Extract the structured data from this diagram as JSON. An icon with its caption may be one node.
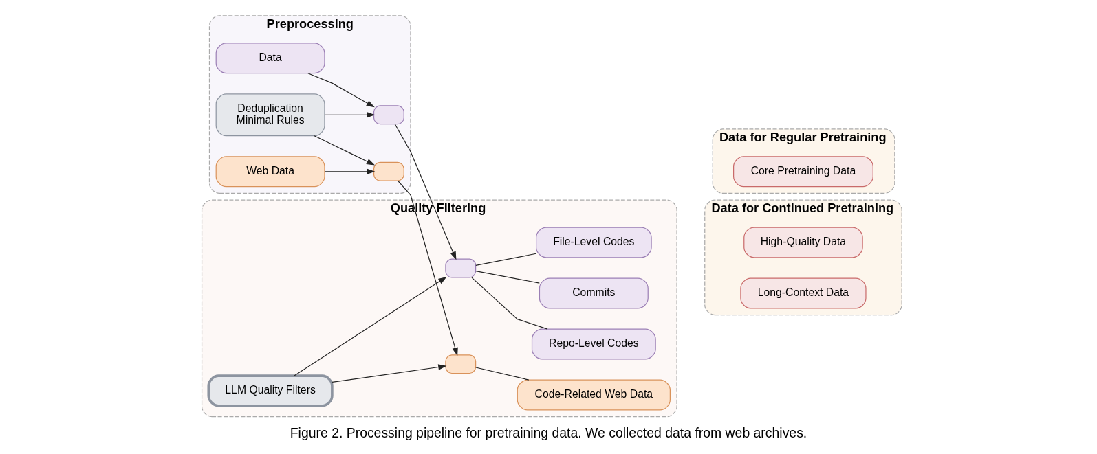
{
  "diagram": {
    "caption": "Figure 2. Processing pipeline for pretraining data. We collected data from web archives.",
    "nodes": [
      {
        "text": [
          "Preprocessing"
        ]
      },
      {
        "text": [
          "Data"
        ],
        "in": 0
      },
      {
        "text": [],
        "shape": "box",
        "in": 0
      },
      {
        "text": [
          "Deduplication",
          "Minimal Rules"
        ],
        "in": 0
      },
      {
        "text": [
          "Web Data"
        ],
        "in": 0
      },
      {
        "text": [],
        "shape": "box",
        "in": 0
      },
      {
        "text": [
          "Quality Filtering"
        ]
      },
      {
        "text": [],
        "shape": "box",
        "in": 6
      },
      {
        "text": [
          "LLM Quality Filters"
        ],
        "in": 6
      },
      {
        "text": [],
        "shape": "box",
        "in": 6
      },
      {
        "text": [
          "File-Level Codes"
        ],
        "in": 6
      },
      {
        "text": [
          "Repo-Level Codes"
        ],
        "in": 6
      },
      {
        "text": [
          "Commits"
        ],
        "in": 6
      },
      {
        "text": [
          "Code-Related Web Data"
        ],
        "in": 6
      },
      {
        "text": [
          "Data for Regular Pretraining"
        ]
      },
      {
        "text": [
          "Core Pretraining Data"
        ],
        "in": 14
      },
      {
        "text": [
          "Data for Continued Pretraining"
        ]
      },
      {
        "text": [
          "High-Quality Data"
        ],
        "in": 16
      },
      {
        "text": [
          "Long-Context Data"
        ],
        "in": 16
      }
    ],
    "edges": [
      {
        "from": 1,
        "to": 2,
        "arrow": "to"
      },
      {
        "from": 3,
        "to": 2,
        "arrow": "to"
      },
      {
        "from": 3,
        "to": 5,
        "arrow": "to"
      },
      {
        "from": 4,
        "to": 5,
        "arrow": "to"
      },
      {
        "from": 2,
        "to": 7,
        "arrow": "to"
      },
      {
        "from": 5,
        "to": 9,
        "arrow": "to"
      },
      {
        "from": 8,
        "to": 7,
        "arrow": "to"
      },
      {
        "from": 8,
        "to": 9,
        "arrow": "to"
      },
      {
        "from": 7,
        "to": 10,
        "arrow": "none"
      },
      {
        "from": 7,
        "to": 11,
        "arrow": "none"
      },
      {
        "from": 7,
        "to": 12,
        "arrow": "none"
      },
      {
        "from": 9,
        "to": 13,
        "arrow": "none"
      }
    ]
  }
}
